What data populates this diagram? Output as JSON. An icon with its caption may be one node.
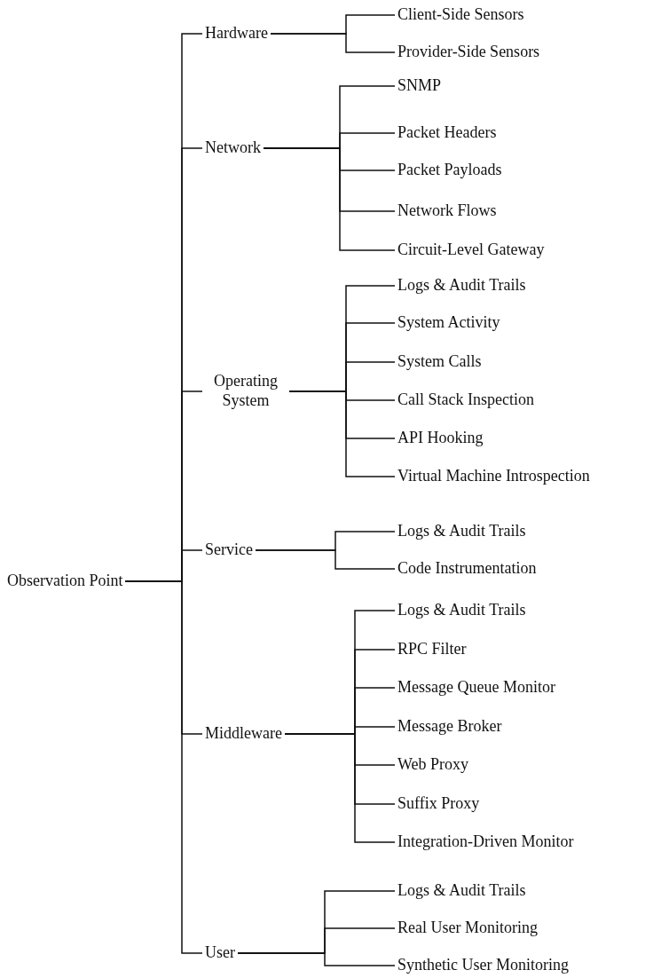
{
  "diagram": {
    "nodes": [
      {
        "text": [
          "Observation Point"
        ]
      },
      {
        "text": [
          "Hardware"
        ]
      },
      {
        "text": [
          "Client-Side Sensors"
        ]
      },
      {
        "text": [
          "Provider-Side Sensors"
        ]
      },
      {
        "text": [
          "Network"
        ]
      },
      {
        "text": [
          "SNMP"
        ]
      },
      {
        "text": [
          "Packet Headers"
        ]
      },
      {
        "text": [
          "Packet Payloads"
        ]
      },
      {
        "text": [
          "Network Flows"
        ]
      },
      {
        "text": [
          "Circuit-Level Gateway"
        ]
      },
      {
        "text": [
          "Operating System"
        ]
      },
      {
        "text": [
          "Logs & Audit Trails"
        ]
      },
      {
        "text": [
          "System Activity"
        ]
      },
      {
        "text": [
          "System Calls"
        ]
      },
      {
        "text": [
          "Call Stack Inspection"
        ]
      },
      {
        "text": [
          "API Hooking"
        ]
      },
      {
        "text": [
          "Virtual Machine Introspection"
        ]
      },
      {
        "text": [
          "Service"
        ]
      },
      {
        "text": [
          "Logs & Audit Trails"
        ]
      },
      {
        "text": [
          "Code Instrumentation"
        ]
      },
      {
        "text": [
          "Middleware"
        ]
      },
      {
        "text": [
          "Logs & Audit Trails"
        ]
      },
      {
        "text": [
          "RPC Filter"
        ]
      },
      {
        "text": [
          "Message Queue Monitor"
        ]
      },
      {
        "text": [
          "Message Broker"
        ]
      },
      {
        "text": [
          "Web Proxy"
        ]
      },
      {
        "text": [
          "Suffix Proxy"
        ]
      },
      {
        "text": [
          "Integration-Driven Monitor"
        ]
      },
      {
        "text": [
          "User"
        ]
      },
      {
        "text": [
          "Logs & Audit Trails"
        ]
      },
      {
        "text": [
          "Real User Monitoring"
        ]
      },
      {
        "text": [
          "Synthetic User Monitoring"
        ]
      }
    ],
    "edges": [
      {
        "from": 0,
        "to": 1,
        "arrow": "none"
      },
      {
        "from": 1,
        "to": 2,
        "arrow": "none"
      },
      {
        "from": 1,
        "to": 3,
        "arrow": "none"
      },
      {
        "from": 0,
        "to": 4,
        "arrow": "none"
      },
      {
        "from": 4,
        "to": 5,
        "arrow": "none"
      },
      {
        "from": 4,
        "to": 6,
        "arrow": "none"
      },
      {
        "from": 4,
        "to": 7,
        "arrow": "none"
      },
      {
        "from": 4,
        "to": 8,
        "arrow": "none"
      },
      {
        "from": 4,
        "to": 9,
        "arrow": "none"
      },
      {
        "from": 0,
        "to": 10,
        "arrow": "none"
      },
      {
        "from": 10,
        "to": 11,
        "arrow": "none"
      },
      {
        "from": 10,
        "to": 12,
        "arrow": "none"
      },
      {
        "from": 10,
        "to": 13,
        "arrow": "none"
      },
      {
        "from": 10,
        "to": 14,
        "arrow": "none"
      },
      {
        "from": 10,
        "to": 15,
        "arrow": "none"
      },
      {
        "from": 10,
        "to": 16,
        "arrow": "none"
      },
      {
        "from": 0,
        "to": 17,
        "arrow": "none"
      },
      {
        "from": 17,
        "to": 18,
        "arrow": "none"
      },
      {
        "from": 17,
        "to": 19,
        "arrow": "none"
      },
      {
        "from": 0,
        "to": 20,
        "arrow": "none"
      },
      {
        "from": 20,
        "to": 21,
        "arrow": "none"
      },
      {
        "from": 20,
        "to": 22,
        "arrow": "none"
      },
      {
        "from": 20,
        "to": 23,
        "arrow": "none"
      },
      {
        "from": 20,
        "to": 24,
        "arrow": "none"
      },
      {
        "from": 20,
        "to": 25,
        "arrow": "none"
      },
      {
        "from": 20,
        "to": 26,
        "arrow": "none"
      },
      {
        "from": 20,
        "to": 27,
        "arrow": "none"
      },
      {
        "from": 0,
        "to": 28,
        "arrow": "none"
      },
      {
        "from": 28,
        "to": 29,
        "arrow": "none"
      },
      {
        "from": 28,
        "to": 30,
        "arrow": "none"
      },
      {
        "from": 28,
        "to": 31,
        "arrow": "none"
      }
    ]
  }
}
